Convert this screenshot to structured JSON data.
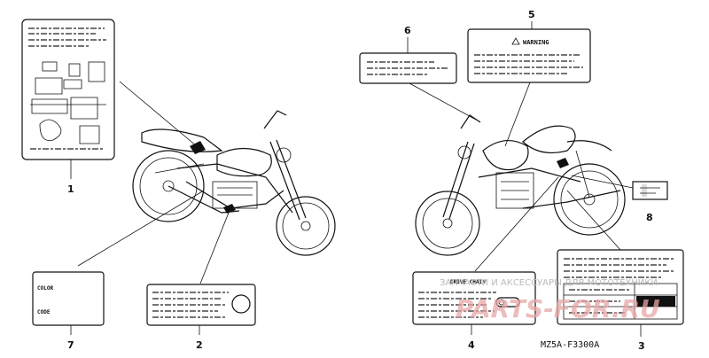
{
  "callouts": [
    "1",
    "2",
    "3",
    "4",
    "5",
    "6",
    "7",
    "8"
  ],
  "labels": {
    "warning": "WARNING",
    "drive_chain": "DRIVE CHAIN",
    "color": "COLOR",
    "code": "CODE"
  },
  "diagram_code": "MZ5A-F3300A",
  "watermark": {
    "caption": "ЗАПЧАСТИ И АКСЕССУАРЫ ДЛЯ МОТОТЕХНИКИ",
    "site": "PARTS-FOR.RU"
  }
}
